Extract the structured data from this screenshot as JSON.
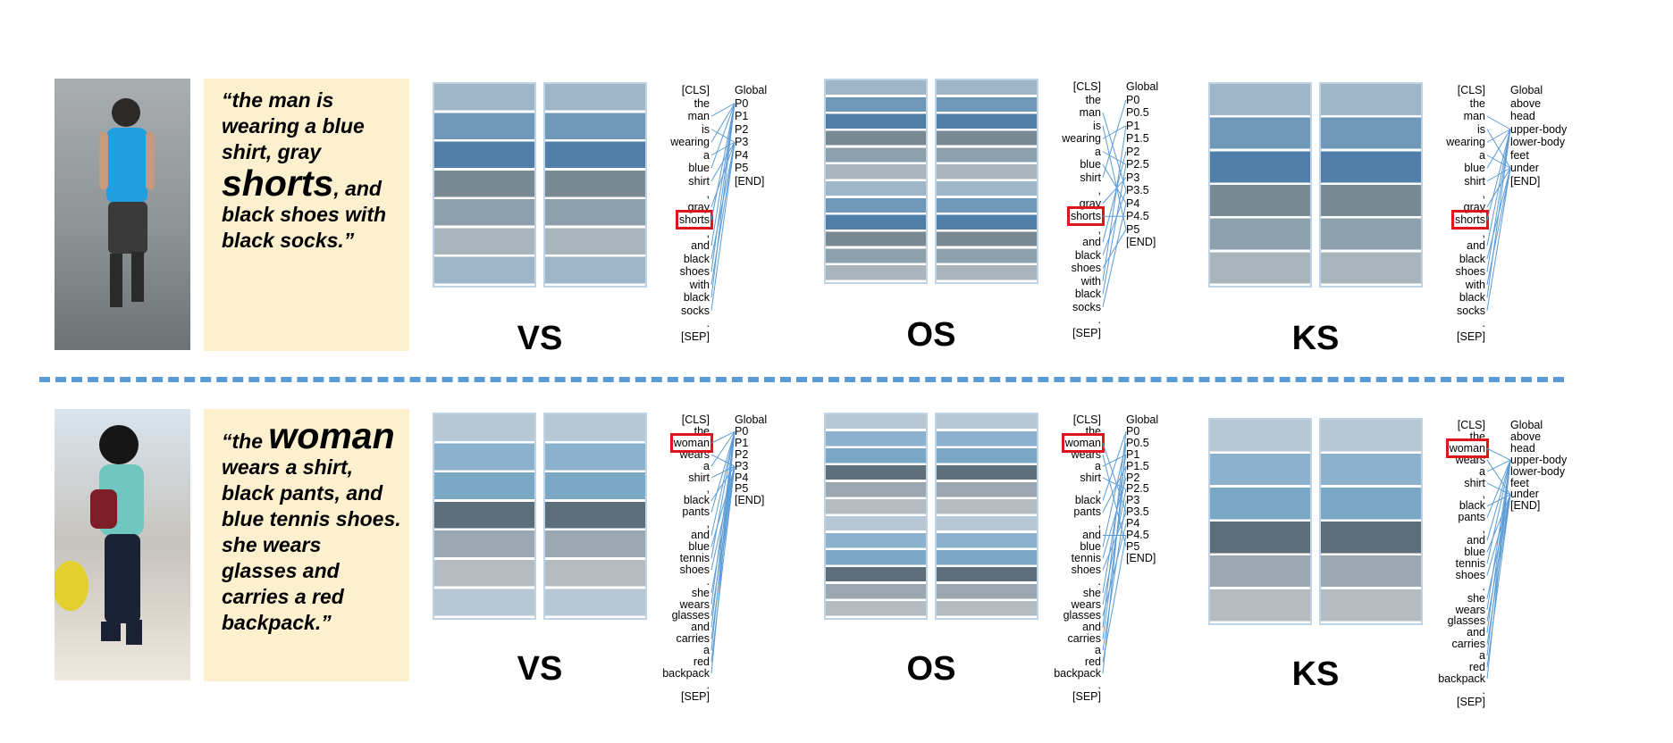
{
  "rows": [
    {
      "quote": {
        "before": "“the man is wearing a blue shirt, gray ",
        "keyword": "shorts",
        "after": ", and black shoes with black socks.”"
      },
      "tokens": [
        "[CLS]",
        "the",
        "man",
        "is",
        "wearing",
        "a",
        "blue",
        "shirt",
        ",",
        "gray",
        "shorts",
        ",",
        "and",
        "black",
        "shoes",
        "with",
        "black",
        "socks",
        ".",
        "[SEP]"
      ],
      "highlight": "shorts",
      "panels": [
        {
          "label": "VS",
          "parts": [
            "Global",
            "P0",
            "P1",
            "P2",
            "P3",
            "P4",
            "P5",
            "[END]"
          ]
        },
        {
          "label": "OS",
          "parts": [
            "Global",
            "P0",
            "P0.5",
            "P1",
            "P1.5",
            "P2",
            "P2.5",
            "P3",
            "P3.5",
            "P4",
            "P4.5",
            "P5",
            "[END]"
          ]
        },
        {
          "label": "KS",
          "parts": [
            "Global",
            "above",
            "head",
            "upper-body",
            "lower-body",
            "feet",
            "under",
            "[END]"
          ]
        }
      ]
    },
    {
      "quote": {
        "before": "“the ",
        "keyword": "woman",
        "after": " wears a shirt, black pants, and blue tennis shoes. she wears glasses and carries a red backpack.”"
      },
      "tokens": [
        "[CLS]",
        "the",
        "woman",
        "wears",
        "a",
        "shirt",
        ",",
        "black",
        "pants",
        ",",
        "and",
        "blue",
        "tennis",
        "shoes",
        ".",
        "she",
        "wears",
        "glasses",
        "and",
        "carries",
        "a",
        "red",
        "backpack",
        ".",
        "[SEP]"
      ],
      "highlight": "woman",
      "panels": [
        {
          "label": "VS",
          "parts": [
            "Global",
            "P0",
            "P1",
            "P2",
            "P3",
            "P4",
            "P5",
            "[END]"
          ]
        },
        {
          "label": "OS",
          "parts": [
            "Global",
            "P0",
            "P0.5",
            "P1",
            "P1.5",
            "P2",
            "P2.5",
            "P3",
            "P3.5",
            "P4",
            "P4.5",
            "P5",
            "[END]"
          ]
        },
        {
          "label": "KS",
          "parts": [
            "Global",
            "above",
            "head",
            "upper-body",
            "lower-body",
            "feet",
            "under",
            "[END]"
          ]
        }
      ]
    }
  ],
  "colors": {
    "link": "#5b9bd5",
    "highlight": "#e0141c",
    "quote_bg": "#fdf0cf",
    "divider": "#5b9bd5"
  }
}
